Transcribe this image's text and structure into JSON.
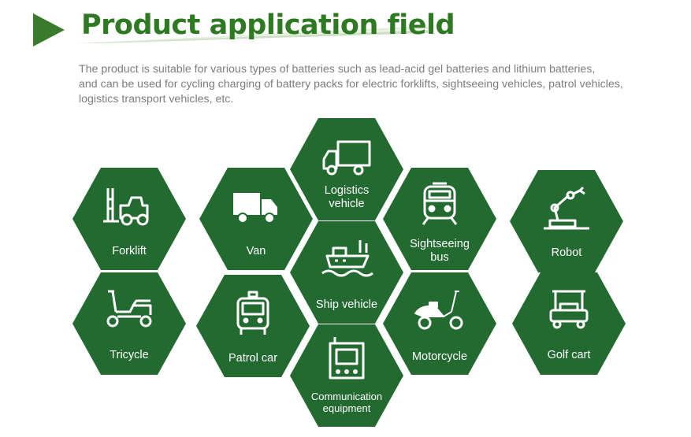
{
  "header": {
    "title": "Product application field",
    "description_lines": [
      "The product is suitable for various types of batteries such as lead-acid gel batteries and lithium batteries,",
      "and can be used for cycling charging of battery packs for electric forklifts, sightseeing vehicles, patrol vehicles,",
      "logistics transport vehicles, etc."
    ]
  },
  "colors": {
    "hex_fill": "#236a31",
    "title_green": "#2e7a22",
    "arrow_green": "#3a7a2c",
    "text_gray": "#7d7d7d"
  },
  "applications": [
    {
      "label": "Forklift",
      "icon": "forklift-icon"
    },
    {
      "label": "Van",
      "icon": "van-truck-icon"
    },
    {
      "label_lines": [
        "Logistics",
        "vehicle"
      ],
      "icon": "logistics-truck-icon"
    },
    {
      "label": "Ship vehicle",
      "icon": "ship-icon"
    },
    {
      "label_lines": [
        "Communication",
        "equipment"
      ],
      "icon": "communication-device-icon"
    },
    {
      "label_lines": [
        "Sightseeing",
        "bus"
      ],
      "icon": "sightseeing-bus-icon"
    },
    {
      "label": "Robot",
      "icon": "robot-arm-icon"
    },
    {
      "label": "Tricycle",
      "icon": "tricycle-icon"
    },
    {
      "label": "Patrol car",
      "icon": "patrol-car-icon"
    },
    {
      "label": "Motorcycle",
      "icon": "motorcycle-icon"
    },
    {
      "label": "Golf cart",
      "icon": "golf-cart-icon"
    }
  ]
}
